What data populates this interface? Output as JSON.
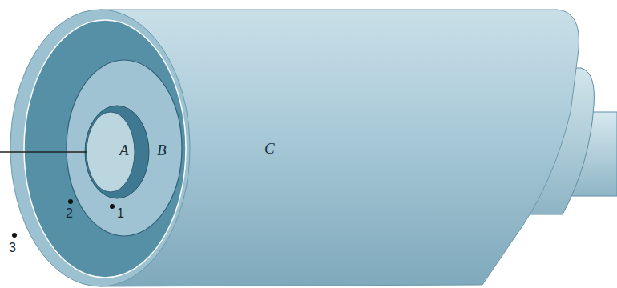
{
  "diagram": {
    "labels": [
      "A",
      "B",
      "C",
      "1",
      "2",
      "3"
    ]
  }
}
